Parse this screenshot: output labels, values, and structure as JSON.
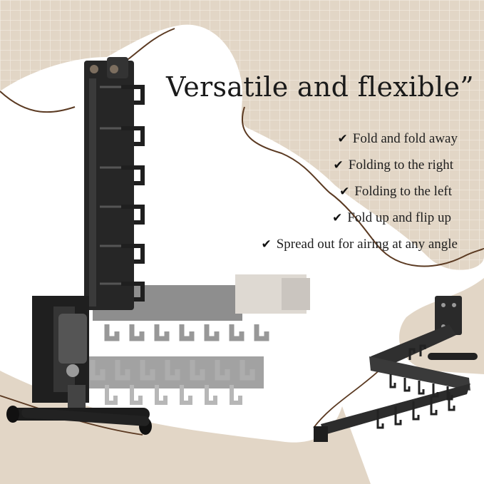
{
  "headline": "Versatile and flexible”",
  "features": [
    {
      "icon": "check-icon",
      "glyph": "✔",
      "text": "Fold and fold away"
    },
    {
      "icon": "check-icon",
      "glyph": "✔",
      "text": "Folding to the right"
    },
    {
      "icon": "check-icon",
      "glyph": "✔",
      "text": "Folding to the left"
    },
    {
      "icon": "check-icon",
      "glyph": "✔",
      "text": "Fold up and flip up"
    },
    {
      "icon": "check-icon",
      "glyph": "✔",
      "text": "Spread out for airing at any angle"
    }
  ],
  "colors": {
    "background": "#e2d6c6",
    "grid": "#f2ebe1",
    "blob": "#ffffff",
    "curve": "#5b3a22",
    "metal": "#2b2b2b",
    "text": "#1e1e1e"
  }
}
